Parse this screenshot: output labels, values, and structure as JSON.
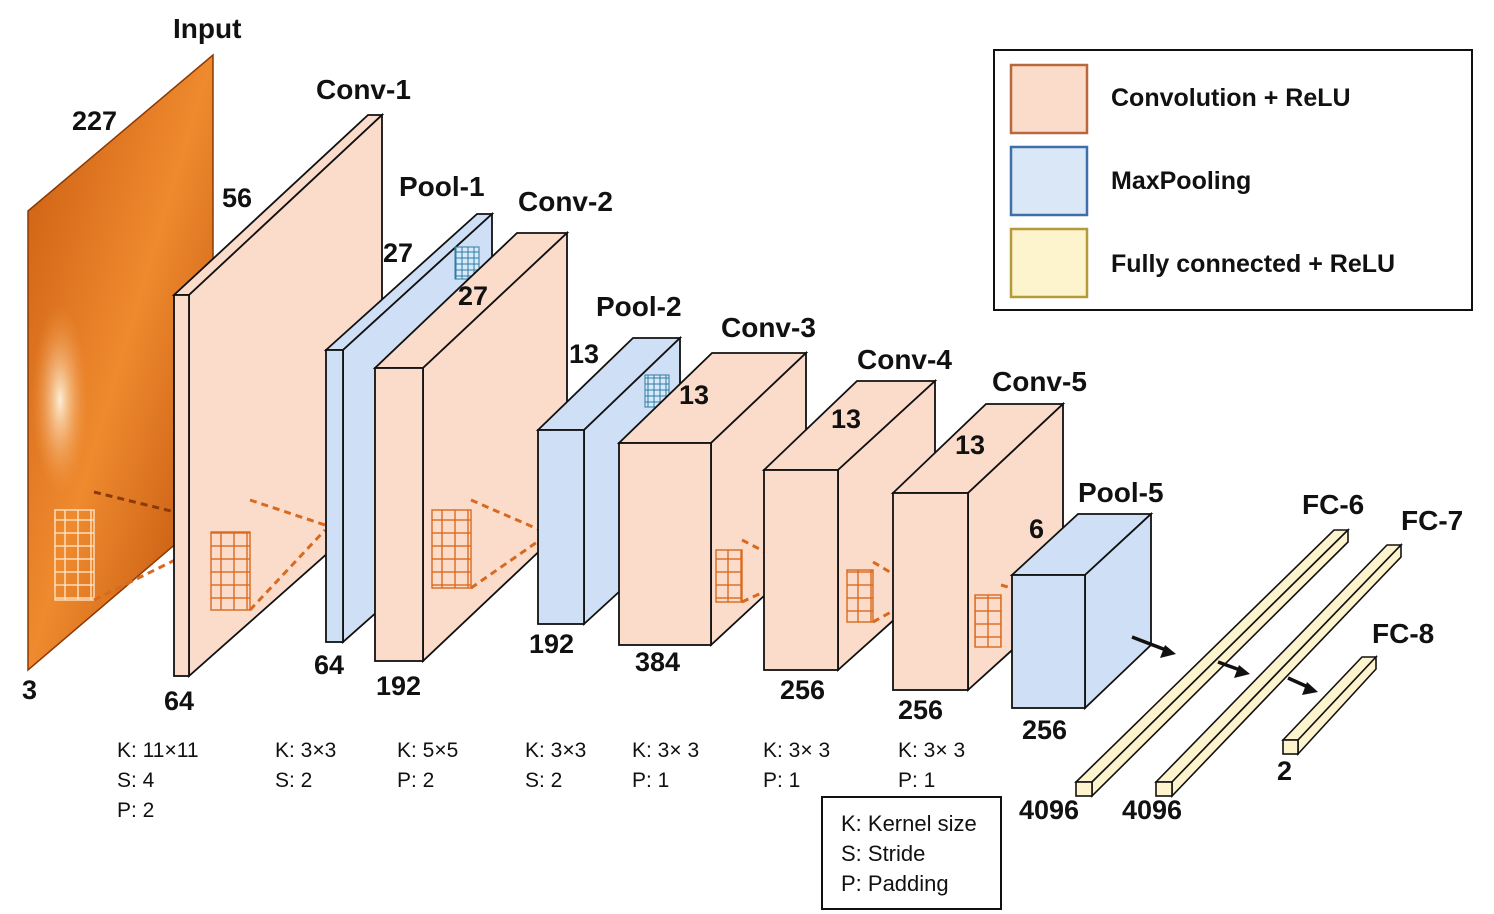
{
  "colors": {
    "conv_fill": "#fbdccb",
    "conv_edge": "#b8683a",
    "pool_fill": "#cfe0f6",
    "pool_edge": "#3f6fa8",
    "fc_fill": "#fdf3cc",
    "fc_edge": "#b59a3a",
    "input_fill": "#e87e23",
    "dash": "#d9691e"
  },
  "layers": {
    "input": {
      "title": "Input",
      "side": "227",
      "depth": "3"
    },
    "conv1": {
      "title": "Conv-1",
      "side": "56",
      "depth": "64",
      "params": [
        "K: 11×11",
        "S: 4",
        "P: 2"
      ]
    },
    "pool1": {
      "title": "Pool-1",
      "side": "27",
      "depth": "64",
      "params": [
        "K: 3×3",
        "S: 2"
      ]
    },
    "conv2": {
      "title": "Conv-2",
      "side": "27",
      "depth": "192",
      "params": [
        "K: 5×5",
        "P: 2"
      ]
    },
    "pool2": {
      "title": "Pool-2",
      "side": "13",
      "depth": "192",
      "params": [
        "K: 3×3",
        "S: 2"
      ]
    },
    "conv3": {
      "title": "Conv-3",
      "side": "13",
      "depth": "384",
      "params": [
        "K: 3× 3",
        "P: 1"
      ]
    },
    "conv4": {
      "title": "Conv-4",
      "side": "13",
      "depth": "256",
      "params": [
        "K: 3× 3",
        "P: 1"
      ]
    },
    "conv5": {
      "title": "Conv-5",
      "side": "13",
      "depth": "256",
      "params": [
        "K: 3× 3",
        "P: 1"
      ]
    },
    "pool5": {
      "title": "Pool-5",
      "side": "6",
      "depth": "256"
    },
    "fc6": {
      "title": "FC-6",
      "size": "4096"
    },
    "fc7": {
      "title": "FC-7",
      "size": "4096"
    },
    "fc8": {
      "title": "FC-8",
      "size": "2"
    }
  },
  "legend": {
    "conv": "Convolution + ReLU",
    "pool": "MaxPooling",
    "fc": "Fully connected + ReLU"
  },
  "key": {
    "kernel": "K: Kernel size",
    "stride": "S: Stride",
    "padding": "P: Padding"
  }
}
